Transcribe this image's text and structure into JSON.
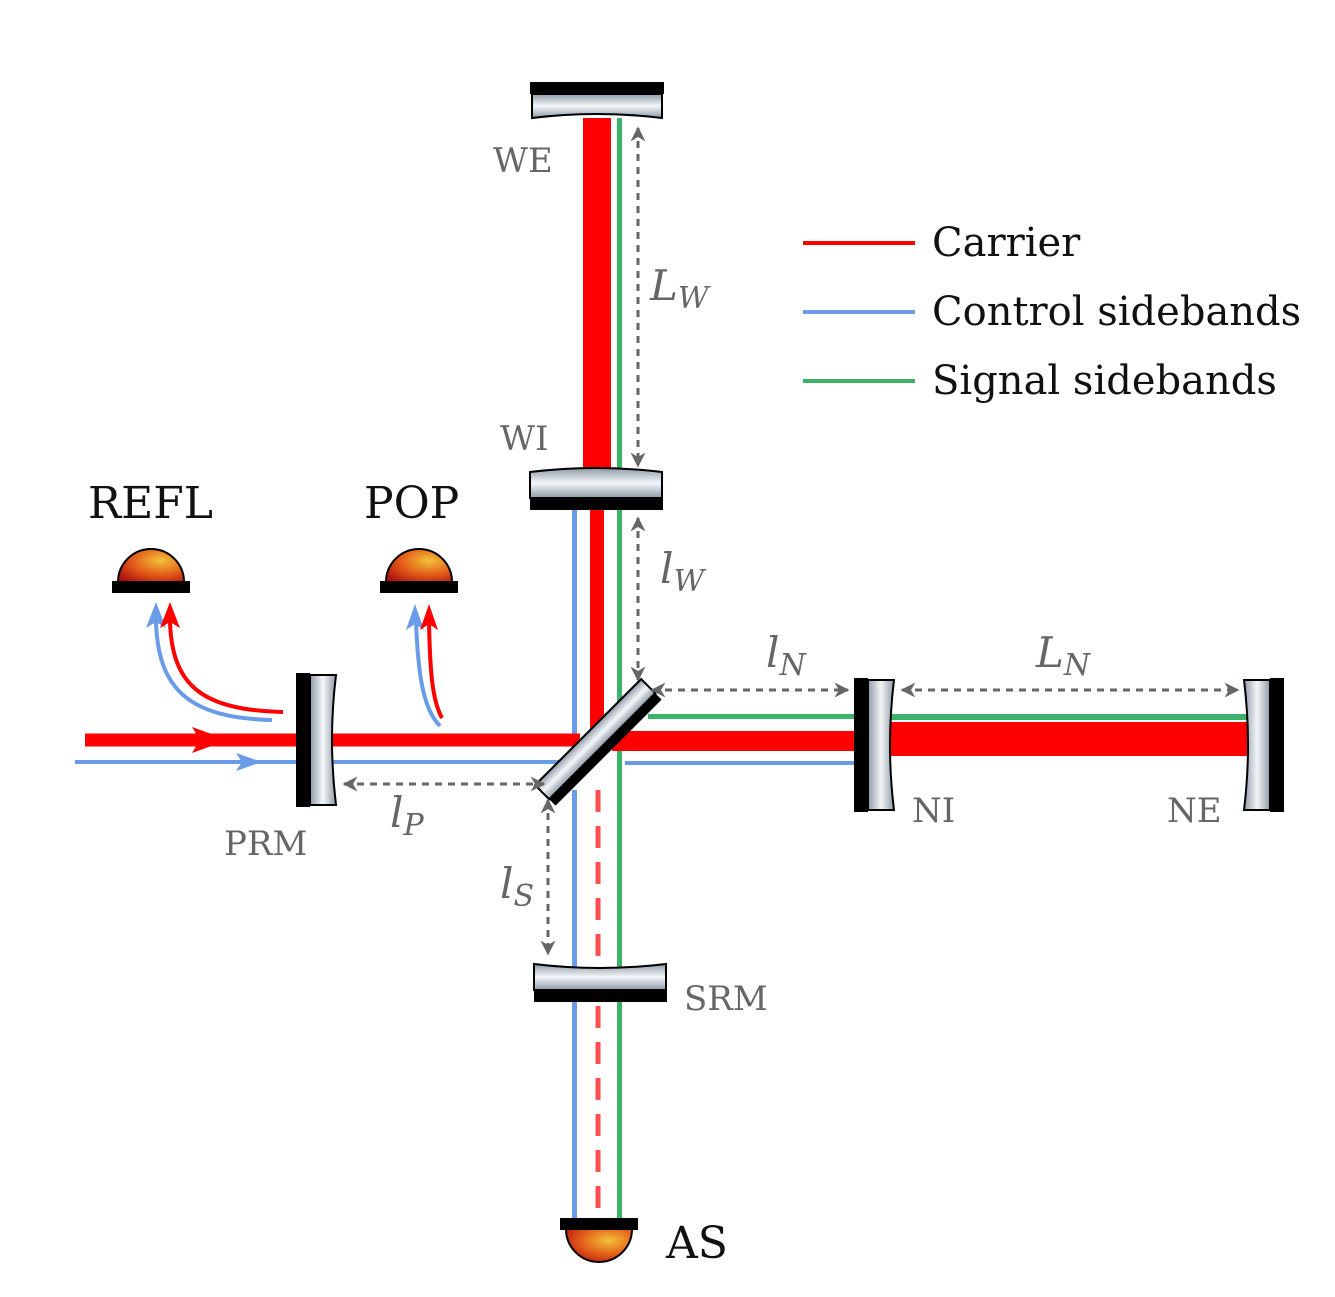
{
  "legend": {
    "carrier": "Carrier",
    "control": "Control sidebands",
    "signal": "Signal sidebands"
  },
  "colors": {
    "carrier": "#ff0000",
    "control": "#6a9be8",
    "signal": "#3bb36a",
    "dimension": "#666666",
    "optic_label": "#666666",
    "detector_label": "#111111",
    "mirror_frame": "#000000"
  },
  "optics": {
    "we": "WE",
    "wi": "WI",
    "ni": "NI",
    "ne": "NE",
    "prm": "PRM",
    "srm": "SRM"
  },
  "detectors": {
    "refl": "REFL",
    "pop": "POP",
    "as": "AS"
  },
  "lengths": {
    "Lw": {
      "main": "L",
      "sub": "W"
    },
    "lw": {
      "main": "l",
      "sub": "W"
    },
    "lN": {
      "main": "l",
      "sub": "N"
    },
    "LN": {
      "main": "L",
      "sub": "N"
    },
    "lP": {
      "main": "l",
      "sub": "P"
    },
    "lS": {
      "main": "l",
      "sub": "S"
    }
  }
}
